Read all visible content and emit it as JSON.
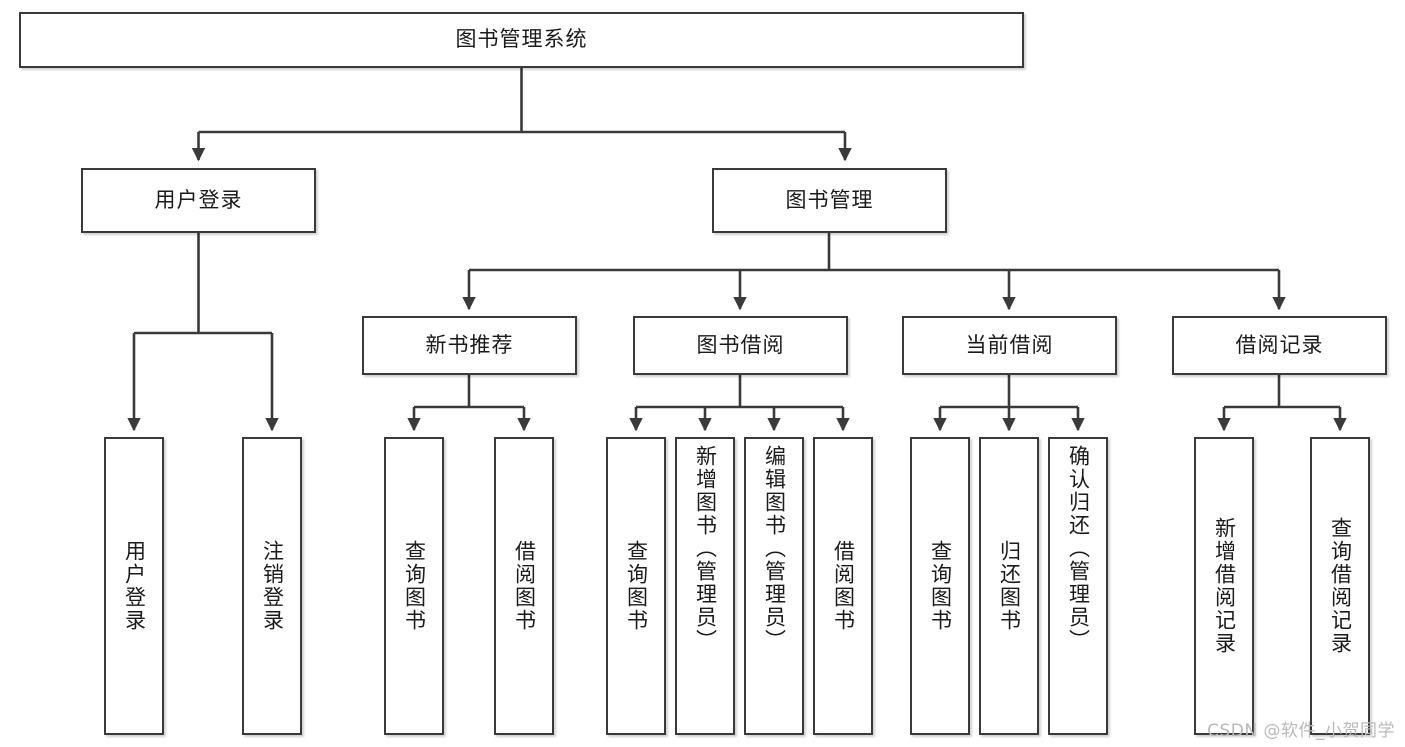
{
  "diagram": {
    "title": "图书管理系统",
    "watermark": "CSDN @软件_小贺同学",
    "type": "tree-hierarchy",
    "levels": 4,
    "root": {
      "label": "图书管理系统"
    },
    "level2": [
      {
        "id": "user-login",
        "label": "用户登录"
      },
      {
        "id": "book-management",
        "label": "图书管理"
      }
    ],
    "level3": [
      {
        "id": "new-book-recommend",
        "label": "新书推荐",
        "parent": "book-management"
      },
      {
        "id": "book-borrow",
        "label": "图书借阅",
        "parent": "book-management"
      },
      {
        "id": "current-borrow",
        "label": "当前借阅",
        "parent": "book-management"
      },
      {
        "id": "borrow-record",
        "label": "借阅记录",
        "parent": "book-management"
      }
    ],
    "leaves": {
      "user_login": [
        {
          "id": "leaf-user-login",
          "label": "用户登录"
        },
        {
          "id": "leaf-user-logout",
          "label": "注销登录"
        }
      ],
      "new_book_recommend": [
        {
          "id": "leaf-query-book-1",
          "label": "查询图书"
        },
        {
          "id": "leaf-borrow-book-1",
          "label": "借阅图书"
        }
      ],
      "book_borrow": [
        {
          "id": "leaf-query-book-2",
          "label": "查询图书"
        },
        {
          "id": "leaf-add-book",
          "label": "新增图书（管理员）"
        },
        {
          "id": "leaf-edit-book",
          "label": "编辑图书（管理员）"
        },
        {
          "id": "leaf-borrow-book-2",
          "label": "借阅图书"
        }
      ],
      "current_borrow": [
        {
          "id": "leaf-query-book-3",
          "label": "查询图书"
        },
        {
          "id": "leaf-return-book",
          "label": "归还图书"
        },
        {
          "id": "leaf-confirm-return",
          "label": "确认归还（管理员）"
        }
      ],
      "borrow_record": [
        {
          "id": "leaf-add-record",
          "label": "新增借阅记录"
        },
        {
          "id": "leaf-query-record",
          "label": "查询借阅记录"
        }
      ]
    },
    "colors": {
      "stroke": "#3a3a3a",
      "fill": "#ffffff",
      "text": "#1b1b1b",
      "watermark": "#b9b9b9"
    }
  }
}
